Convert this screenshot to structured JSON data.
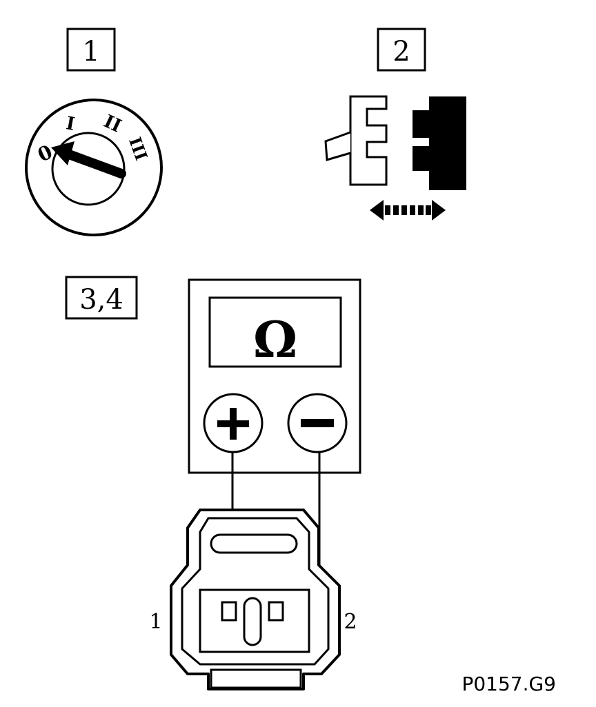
{
  "steps": {
    "step1": "1",
    "step2": "2",
    "step34": "3,4"
  },
  "ignition": {
    "off_mark": "0",
    "pos1": "I",
    "pos2": "II",
    "pos3": "III"
  },
  "meter": {
    "display": "Ω",
    "plus": "+",
    "minus": "−"
  },
  "connector": {
    "pin1": "1",
    "pin2": "2"
  },
  "figure_code": "P0157.G9",
  "icons": [
    "ignition-key-icon",
    "connector-disconnect-icon",
    "ohmmeter-icon",
    "sensor-connector-icon"
  ]
}
